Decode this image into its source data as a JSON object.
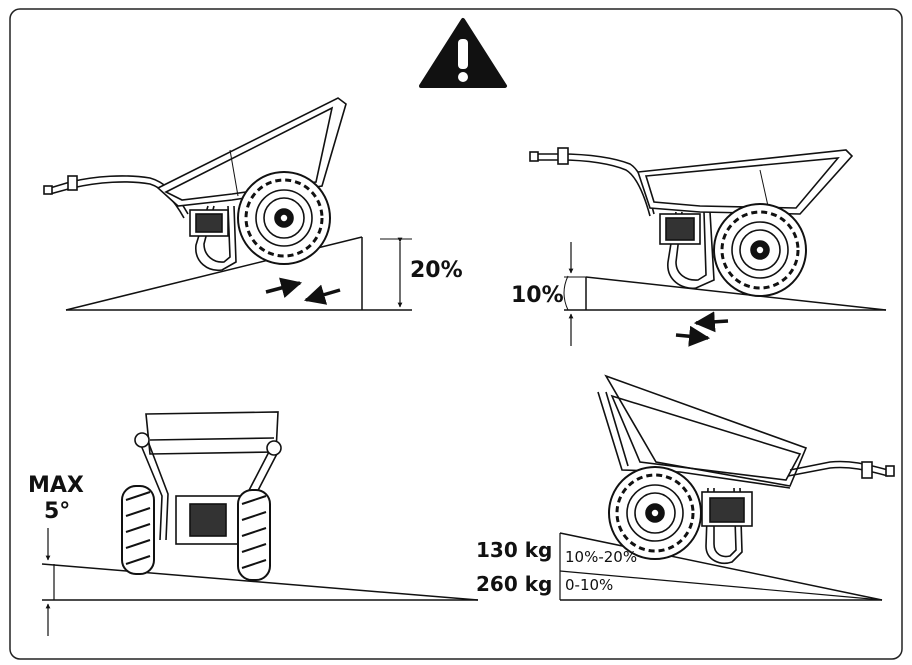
{
  "labels": {
    "grade_20": "20%",
    "grade_10": "10%",
    "max": "MAX",
    "max_deg": "5°",
    "load_130": "130 kg",
    "load_130_range": "10%-20%",
    "load_260": "260 kg",
    "load_260_range": "0-10%"
  },
  "icons": {
    "warning": "warning-triangle-icon"
  }
}
